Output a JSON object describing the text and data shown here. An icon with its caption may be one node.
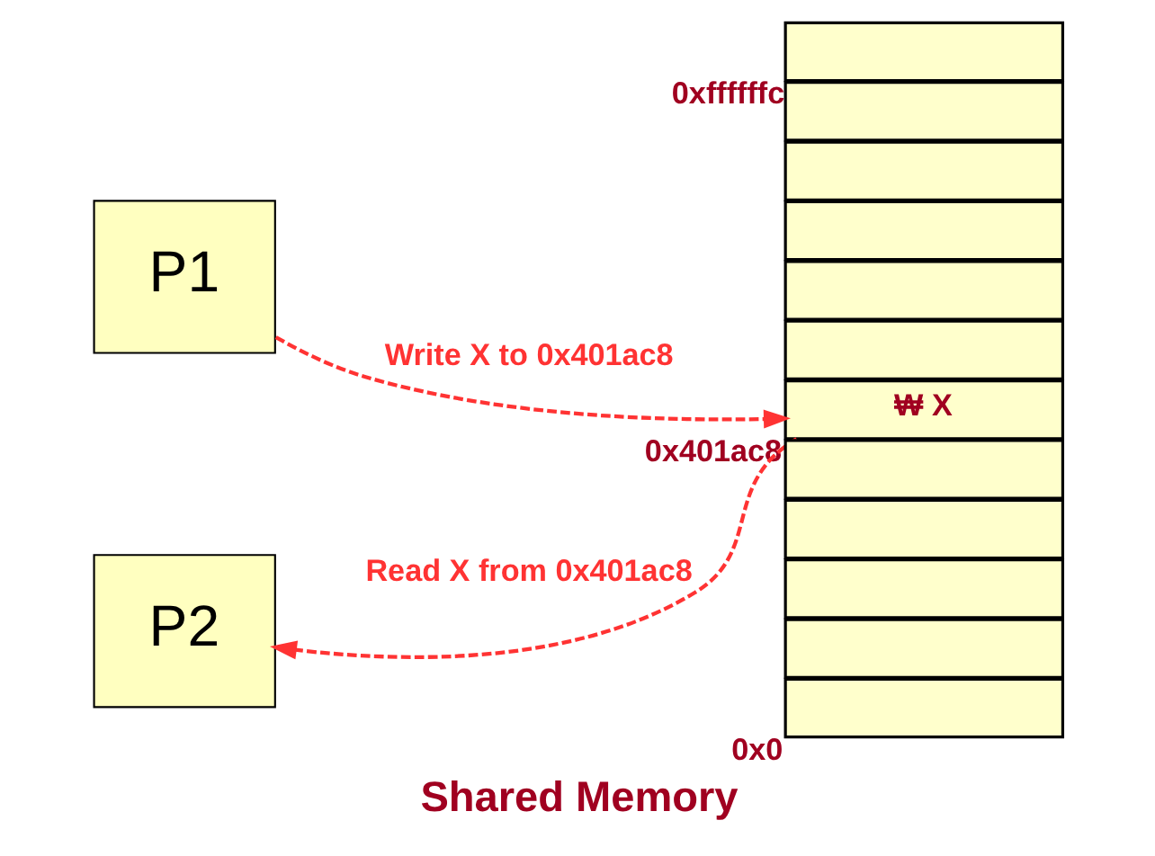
{
  "diagram": {
    "caption": "Shared Memory",
    "nodes": [
      {
        "text": [
          "P1"
        ]
      },
      {
        "text": [
          "P2"
        ]
      },
      {
        "text": [],
        "shape": "box",
        "beside": [
          "0xffffffc"
        ]
      },
      {
        "text": [],
        "shape": "box"
      },
      {
        "text": [],
        "shape": "box"
      },
      {
        "text": [],
        "shape": "box"
      },
      {
        "text": [],
        "shape": "box"
      },
      {
        "text": [],
        "shape": "box"
      },
      {
        "text": [
          "₩ X"
        ],
        "beside": [
          "0x401ac8"
        ]
      },
      {
        "text": [],
        "shape": "box"
      },
      {
        "text": [],
        "shape": "box"
      },
      {
        "text": [],
        "shape": "box"
      },
      {
        "text": [],
        "shape": "box"
      },
      {
        "text": [],
        "shape": "box",
        "beside": [
          "0x0"
        ]
      }
    ],
    "edges": [
      {
        "from": 0,
        "to": 8,
        "arrow": "to",
        "label": "Write X to 0x401ac8",
        "style": "dashed",
        "color": "#ff3333"
      },
      {
        "from": 8,
        "to": 1,
        "arrow": "to",
        "label": "Read X from 0x401ac8",
        "style": "dashed",
        "color": "#ff3333"
      }
    ]
  }
}
